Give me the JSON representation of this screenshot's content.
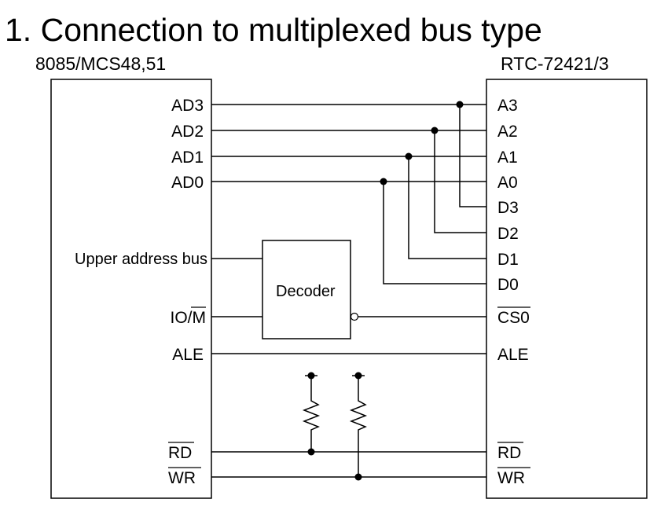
{
  "title": "1. Connection to multiplexed bus type",
  "cpu": {
    "label": "8085/MCS48,51",
    "pins": {
      "ad3": "AD3",
      "ad2": "AD2",
      "ad1": "AD1",
      "ad0": "AD0",
      "upper": "Upper address bus",
      "io_m_a": "IO/",
      "io_m_b": "M",
      "ale": "ALE",
      "rd": "RD",
      "wr": "WR"
    }
  },
  "rtc": {
    "label": "RTC-72421/3",
    "pins": {
      "a3": "A3",
      "a2": "A2",
      "a1": "A1",
      "a0": "A0",
      "d3": "D3",
      "d2": "D2",
      "d1": "D1",
      "d0": "D0",
      "cs0": "CS0",
      "ale": "ALE",
      "rd": "RD",
      "wr": "WR"
    }
  },
  "decoder": {
    "label": "Decoder"
  },
  "icons": [
    "resistor-icon",
    "junction-dot-icon",
    "inversion-bubble-icon"
  ]
}
